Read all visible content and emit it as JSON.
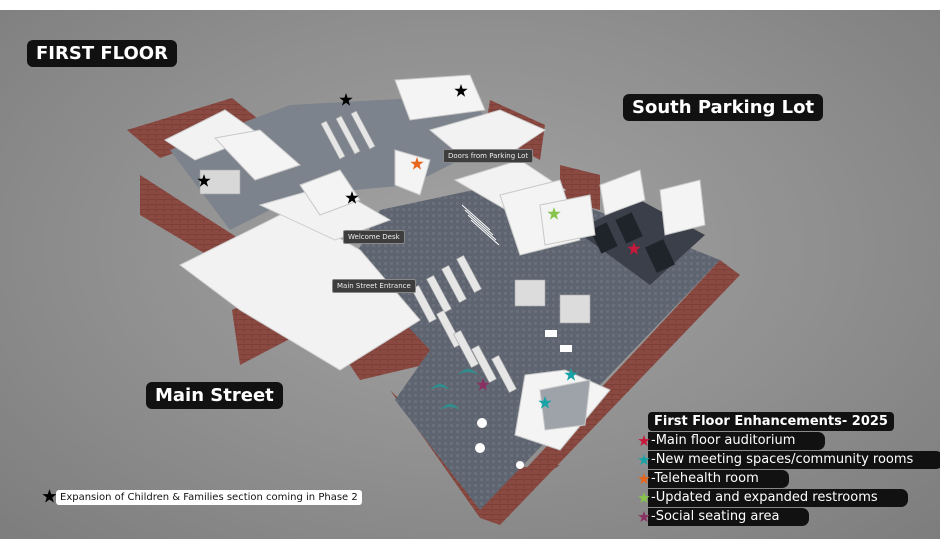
{
  "title": "FIRST FLOOR",
  "street_labels": {
    "south_parking_lot": "South Parking Lot",
    "main_street": "Main Street"
  },
  "map_tags": {
    "doors_from_parking_lot": "Doors from Parking Lot",
    "welcome_desk": "Welcome Desk",
    "main_street_entrance": "Main Street Entrance"
  },
  "legend": {
    "title": "First Floor Enhancements- 2025",
    "items": [
      {
        "text": "-Main floor auditorium",
        "color": "#c8193c",
        "icon": "star-icon"
      },
      {
        "text": "-New meeting spaces/community rooms",
        "color": "#17a3a6",
        "icon": "star-icon"
      },
      {
        "text": "-Telehealth room",
        "color": "#e8651c",
        "icon": "star-icon"
      },
      {
        "text": "-Updated and expanded restrooms",
        "color": "#86c54a",
        "icon": "star-icon"
      },
      {
        "text": "-Social seating area",
        "color": "#8a2f62",
        "icon": "star-icon"
      }
    ]
  },
  "footnote": {
    "text": "Expansion of Children & Families section coming in Phase 2",
    "color": "#000000",
    "icon": "star-icon"
  }
}
